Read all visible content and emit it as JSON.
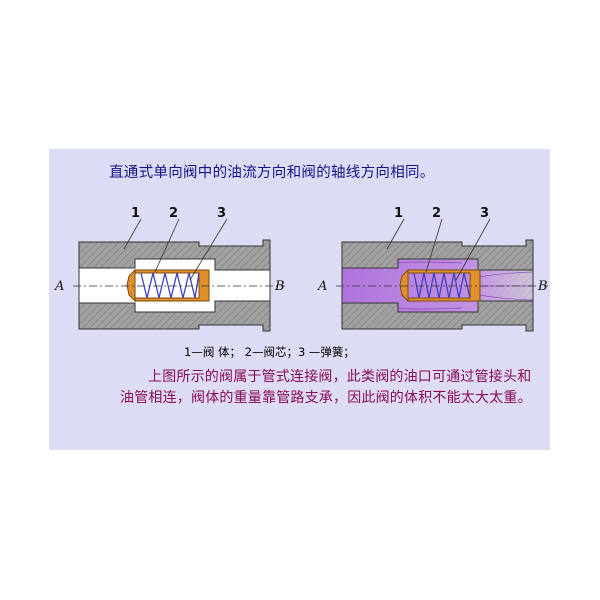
{
  "heading": "直通式单向阀中的油流方向和阀的轴线方向相同。",
  "labels": {
    "n1": "1",
    "n2": "2",
    "n3": "3",
    "a": "A",
    "b": "B"
  },
  "caption": "1—阀 体； 2—阀芯；3 —弹簧；",
  "description": "上图所示的阀属于管式连接阀，此类阀的油口可通过管接头和油管相连，阀体的重量靠管路支承，因此阀的体积不能太大太重。",
  "colors": {
    "panel": "#dcdcf4",
    "body": "#9e9e9e",
    "spool": "#e0902a",
    "spring": "#4040c0",
    "oil": "#b070e0",
    "heading": "#14148a",
    "description": "#8c0a5a"
  }
}
